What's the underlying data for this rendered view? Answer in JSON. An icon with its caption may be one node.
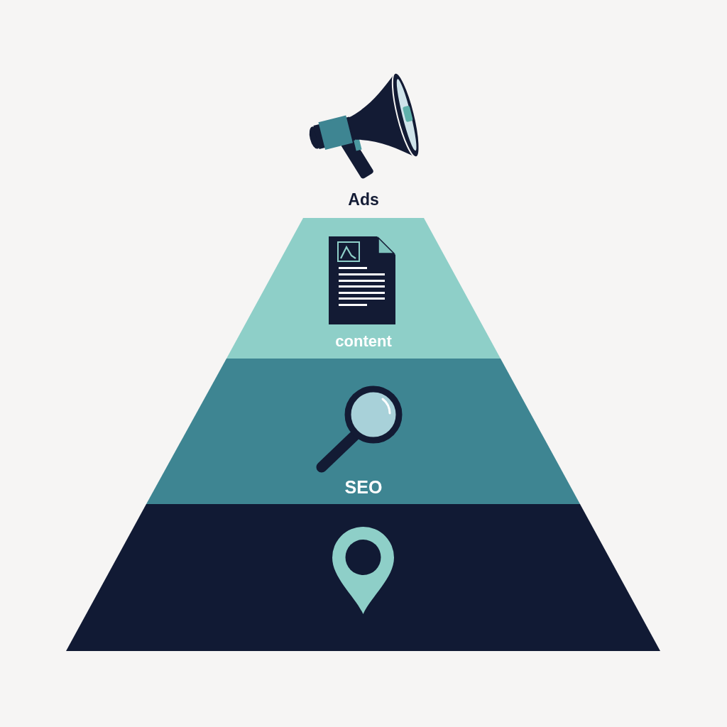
{
  "diagram": {
    "nodes": [
      {
        "text": [
          "content"
        ]
      },
      {
        "text": [
          "SEO"
        ]
      },
      {
        "text": [],
        "shape": "trapezoid"
      }
    ],
    "labels": [
      "Ads"
    ]
  }
}
